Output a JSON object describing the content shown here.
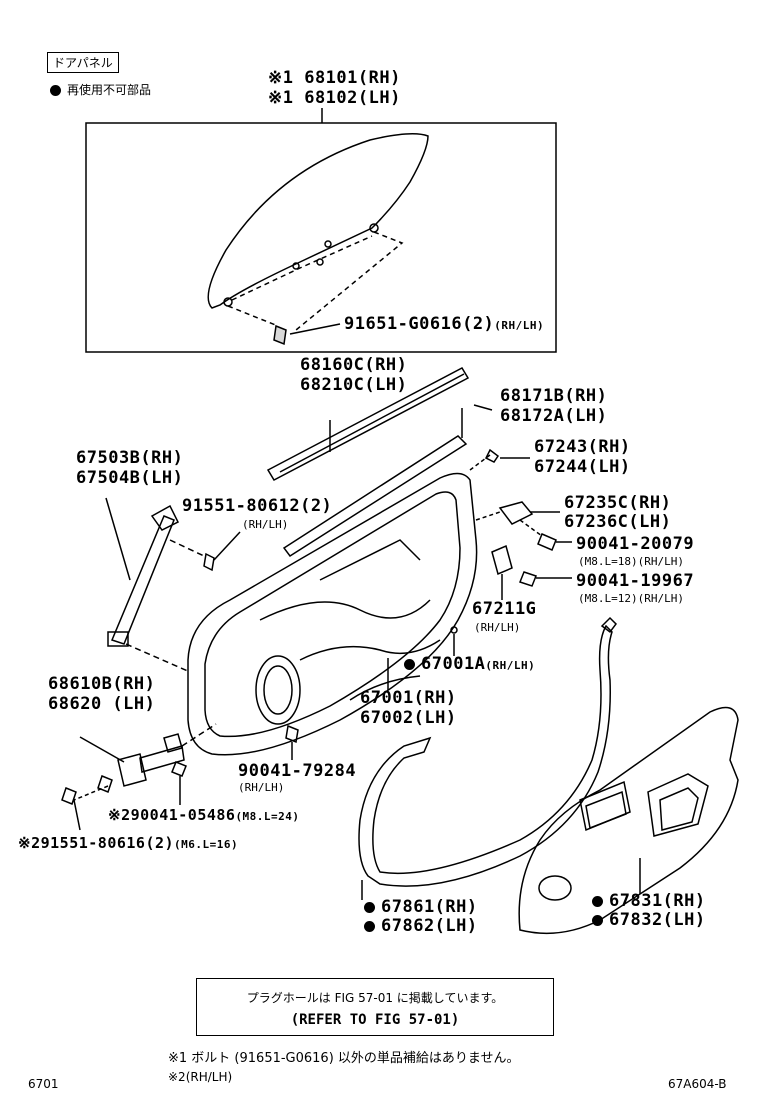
{
  "header": {
    "title": "ドアパネル",
    "legend_note": "再使用不可部品"
  },
  "glass": {
    "line1": "※1 68101(RH)",
    "line2": "※1 68102(LH)",
    "bolt_pn": "91651-G0616(2)",
    "bolt_suffix": "(RH/LH)"
  },
  "belt_outer": {
    "line1": "68160C(RH)",
    "line2": "68210C(LH)"
  },
  "belt_inner": {
    "line1": "68171B(RH)",
    "line2": "68172A(LH)"
  },
  "clip": {
    "line1": "67243(RH)",
    "line2": "67244(LH)"
  },
  "bracket": {
    "line1": "67235C(RH)",
    "line2": "67236C(LH)"
  },
  "bolt_20079": {
    "pn": "90041-20079",
    "spec": "(M8.L=18)(RH/LH)"
  },
  "bolt_19967": {
    "pn": "90041-19967",
    "spec": "(M8.L=12)(RH/LH)"
  },
  "part_67211g": {
    "pn": "67211G",
    "spec": "(RH/LH)"
  },
  "regulator": {
    "line1": "67503B(RH)",
    "line2": "67504B(LH)"
  },
  "screw_80612": {
    "pn": "91551-80612(2)",
    "spec": "(RH/LH)"
  },
  "seal_67001a": {
    "pn": "67001A",
    "spec": "(RH/LH)"
  },
  "door_panel": {
    "line1": "67001(RH)",
    "line2": "67002(LH)"
  },
  "hinge": {
    "line1": "68610B(RH)",
    "line2": "68620 (LH)"
  },
  "bolt_79284": {
    "pn": "90041-79284",
    "spec": "(RH/LH)"
  },
  "bolt_05486": {
    "pn": "※290041-05486",
    "spec": "(M8.L=24)"
  },
  "bolt_80616": {
    "pn": "※291551-80616(2)",
    "spec": "(M6.L=16)"
  },
  "weatherstrip": {
    "line1": "67861(RH)",
    "line2": "67862(LH)"
  },
  "trim": {
    "line1": "67831(RH)",
    "line2": "67832(LH)"
  },
  "note_box": {
    "line1": "プラグホールは FIG 57-01 に掲載しています。",
    "line2": "(REFER TO FIG 57-01)"
  },
  "footnote1": "※1 ボルト (91651-G0616) 以外の単品補給はありません。",
  "footnote2": "※2(RH/LH)",
  "page_left": "6701",
  "page_right": "67A604-B"
}
